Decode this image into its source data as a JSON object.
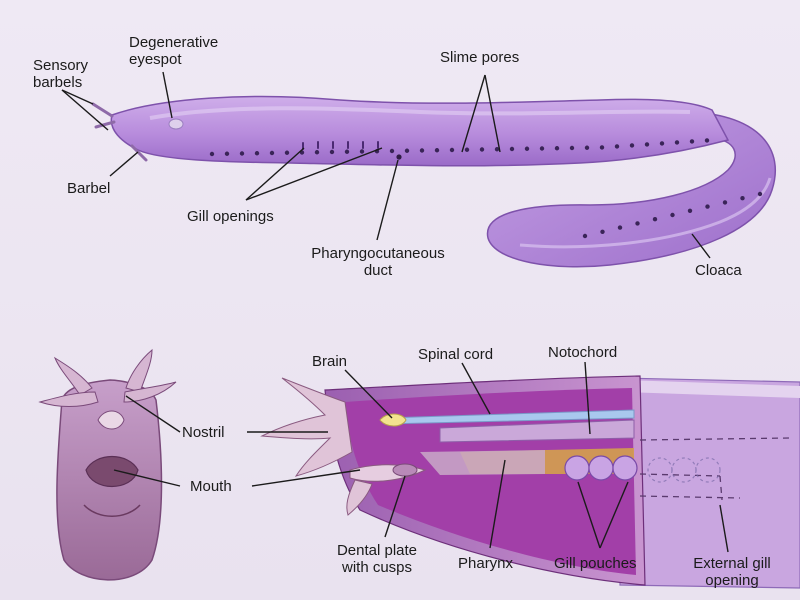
{
  "labels": {
    "sensory_barbels": [
      "Sensory",
      "barbels"
    ],
    "degenerative_eyespot": [
      "Degenerative",
      "eyespot"
    ],
    "slime_pores": "Slime pores",
    "barbel": "Barbel",
    "gill_openings": "Gill openings",
    "pharyngocutaneous_duct": [
      "Pharyngocutaneous",
      "duct"
    ],
    "cloaca": "Cloaca",
    "nostril": "Nostril",
    "mouth": "Mouth",
    "brain": "Brain",
    "spinal_cord": "Spinal cord",
    "notochord": "Notochord",
    "dental_plate": [
      "Dental plate",
      "with cusps"
    ],
    "pharynx": "Pharynx",
    "gill_pouches": "Gill pouches",
    "external_gill_opening": [
      "External gill",
      "opening"
    ]
  },
  "colors": {
    "body": "#b78bdc",
    "body_dark": "#8e5fbf",
    "section_magenta": "#a23fa8",
    "brain": "#f3e38f",
    "spinal_cord": "#a9c8ee",
    "gill_pouch": "#c9a4e4",
    "line": "#1b1b1b"
  }
}
